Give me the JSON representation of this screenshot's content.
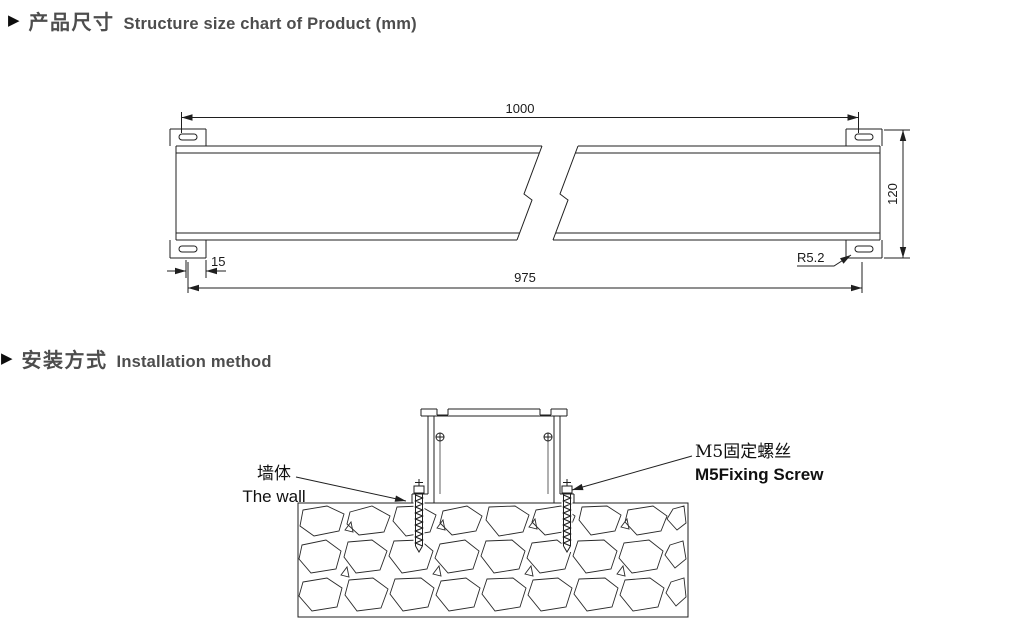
{
  "sections": {
    "structure": {
      "bullet": "▶",
      "title_zh": "产品尺寸",
      "title_en": "Structure size chart of Product (mm)"
    },
    "installation": {
      "bullet": "▶",
      "title_zh": "安装方式",
      "title_en": "Installation method"
    }
  },
  "structure_drawing": {
    "dim_top_width": "1000",
    "dim_height": "120",
    "dim_end_offset": "15",
    "dim_hole_span": "975",
    "dim_slot_radius": "R5.2"
  },
  "installation_drawing": {
    "wall_label_zh": "墙体",
    "wall_label_en": "The wall",
    "screw_label_zh": "M5固定螺丝",
    "screw_label_en": "M5Fixing Screw"
  },
  "colors": {
    "line": "#1f1f1f",
    "heading": "#4d4d4d",
    "background": "#ffffff"
  }
}
